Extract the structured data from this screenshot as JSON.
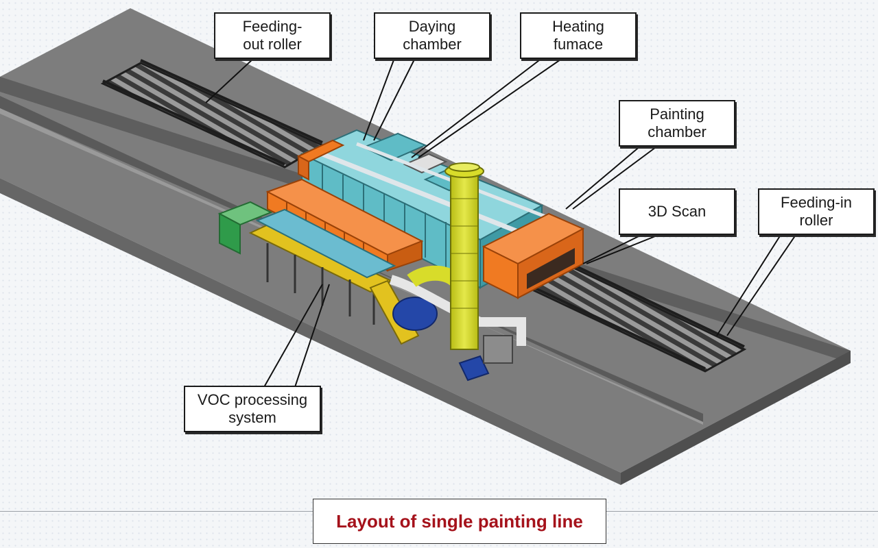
{
  "callouts": {
    "feeding_out_roller": "Feeding-\nout roller",
    "daying_chamber": "Daying\nchamber",
    "heating_fumace": "Heating\nfumace",
    "painting_chamber": "Painting\nchamber",
    "scan_3d": "3D Scan",
    "feeding_in_roller": "Feeding-in\nroller",
    "voc_system": "VOC processing\nsystem"
  },
  "caption": "Layout of single painting line",
  "colors": {
    "floor": "#7c7c7c",
    "roller": "#2b2b2b",
    "teal": "#5fbcc6",
    "orange": "#f07a22",
    "yellow": "#d8dc2a",
    "caption_red": "#a5121b"
  }
}
